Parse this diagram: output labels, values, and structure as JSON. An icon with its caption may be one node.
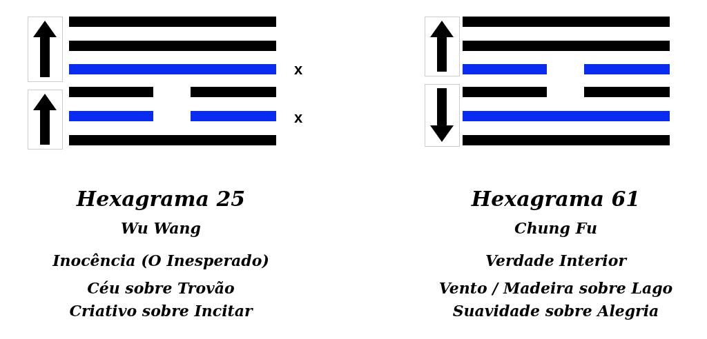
{
  "diagram": {
    "labels": [
      "x",
      "x",
      "Hexagrama 25",
      "Wu Wang",
      "Inocência (O Inesperado)",
      "Céu sobre Trovão",
      "Criativo sobre Incitar",
      "Hexagrama 61",
      "Chung Fu",
      "Verdade Interior",
      "Vento / Madeira sobre Lago",
      "Suavidade sobre Alegria"
    ]
  }
}
